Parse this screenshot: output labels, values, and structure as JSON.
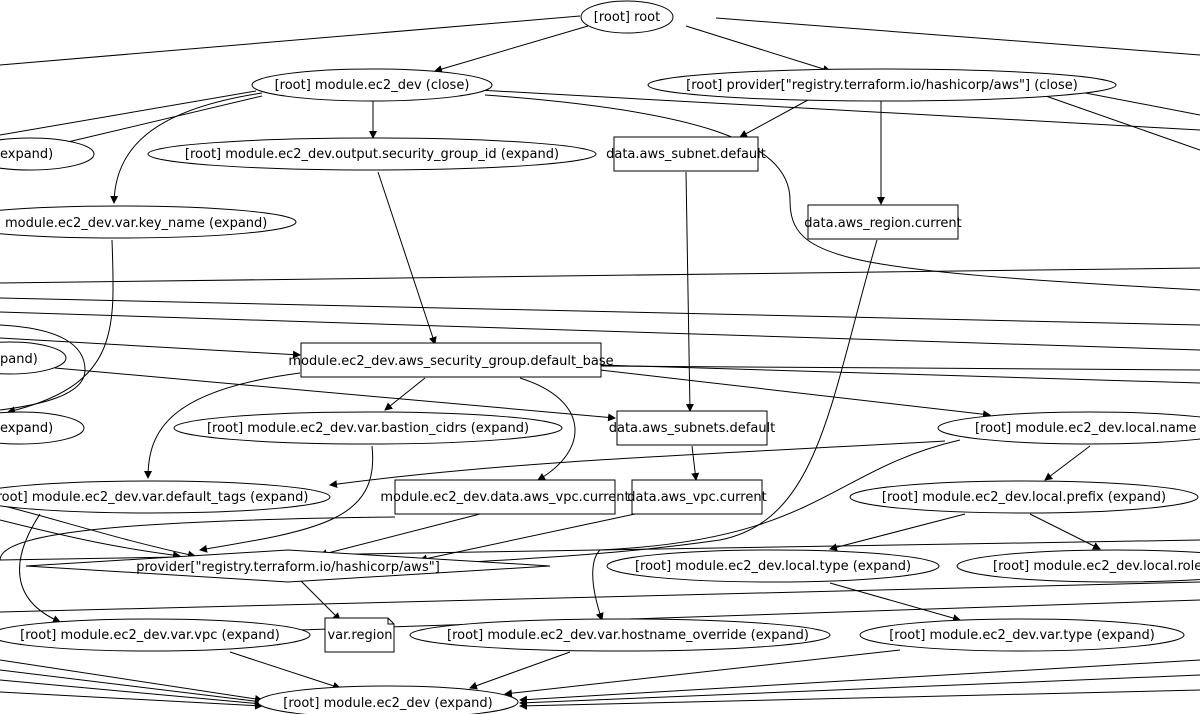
{
  "graph": {
    "nodes": {
      "root": "[root] root",
      "module_close": "[root] module.ec2_dev (close)",
      "provider_close": "[root] provider[\"registry.terraform.io/hashicorp/aws\"] (close)",
      "expand_left_top": "expand)",
      "output_sg_id": "[root] module.ec2_dev.output.security_group_id (expand)",
      "subnet_default": "data.aws_subnet.default",
      "var_key_name": "module.ec2_dev.var.key_name (expand)",
      "region_current": "data.aws_region.current",
      "expand_left_mid": "pand)",
      "sg_default_base": "module.ec2_dev.aws_security_group.default_base",
      "expand_left_low": "expand)",
      "var_bastion": "[root] module.ec2_dev.var.bastion_cidrs (expand)",
      "subnets_default": "data.aws_subnets.default",
      "local_name": "[root] module.ec2_dev.local.name (e",
      "var_default_tags": "[root] module.ec2_dev.var.default_tags (expand)",
      "data_vpc_current_mod": "module.ec2_dev.data.aws_vpc.current",
      "data_vpc_current": "data.aws_vpc.current",
      "local_prefix": "[root] module.ec2_dev.local.prefix (expand)",
      "provider_aws": "provider[\"registry.terraform.io/hashicorp/aws\"]",
      "local_type": "[root] module.ec2_dev.local.type (expand)",
      "local_role": "[root] module.ec2_dev.local.role (",
      "var_vpc": "[root] module.ec2_dev.var.vpc (expand)",
      "var_region": "var.region",
      "var_hostname": "[root] module.ec2_dev.var.hostname_override (expand)",
      "var_type": "[root] module.ec2_dev.var.type (expand)",
      "module_expand": "[root] module.ec2_dev (expand)"
    }
  }
}
